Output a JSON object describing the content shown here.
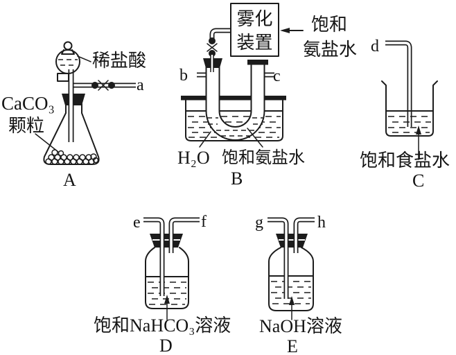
{
  "colors": {
    "ink": "#1c1c1c",
    "paper": "#ffffff"
  },
  "apparatus_a": {
    "acid_label": "稀盐酸",
    "solid_label_1": "CaCO₃",
    "solid_label_2": "颗粒",
    "port_a": "a",
    "id_label": "A"
  },
  "apparatus_b": {
    "atomizer_box_1": "雾化",
    "atomizer_box_2": "装置",
    "feed_label_1": "饱和",
    "feed_label_2": "氨盐水",
    "port_b": "b",
    "port_c": "c",
    "water_label": "H₂O",
    "utube_label": "饱和氨盐水",
    "id_label": "B"
  },
  "apparatus_c": {
    "port_d": "d",
    "solution_label": "饱和食盐水",
    "id_label": "C"
  },
  "apparatus_d": {
    "port_e": "e",
    "port_f": "f",
    "solution_label": "饱和NaHCO₃溶液",
    "id_label": "D"
  },
  "apparatus_e": {
    "port_g": "g",
    "port_h": "h",
    "solution_label": "NaOH溶液",
    "id_label": "E"
  }
}
